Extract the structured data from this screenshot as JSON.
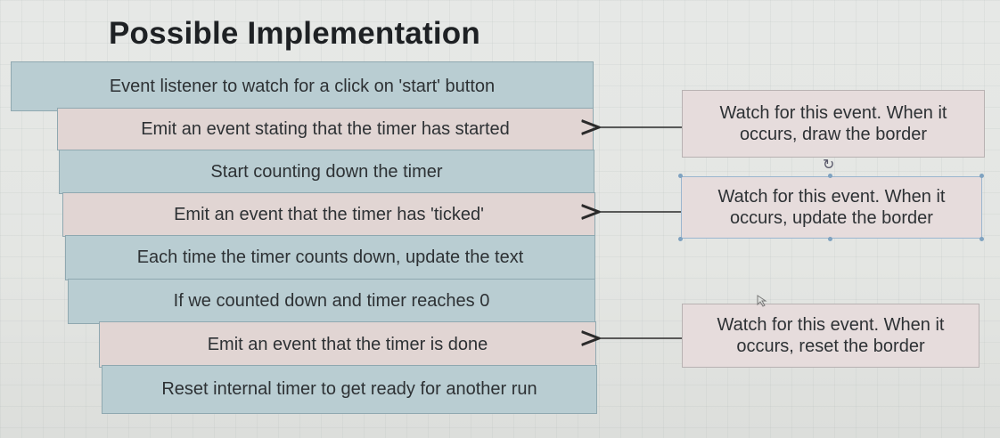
{
  "title": "Possible Implementation",
  "steps": [
    {
      "text": "Event listener to watch for a click on 'start' button",
      "color": "blue"
    },
    {
      "text": "Emit an event stating that the timer has started",
      "color": "pink"
    },
    {
      "text": "Start counting down the timer",
      "color": "blue"
    },
    {
      "text": "Emit an event that the timer has 'ticked'",
      "color": "pink"
    },
    {
      "text": "Each time the timer counts down, update the text",
      "color": "blue"
    },
    {
      "text": "If we counted down and timer reaches 0",
      "color": "blue"
    },
    {
      "text": "Emit an event that the timer is done",
      "color": "pink"
    },
    {
      "text": "Reset internal timer to get ready for another run",
      "color": "blue"
    }
  ],
  "notes": [
    {
      "line1": "Watch for this event.  When it",
      "line2": "occurs, draw the border"
    },
    {
      "line1": "Watch for this event.  When it",
      "line2": "occurs, update the border"
    },
    {
      "line1": "Watch for this event.  When it",
      "line2": "occurs, reset the border"
    }
  ],
  "colors": {
    "blue_box": "#b9cdd2",
    "pink_box": "#e1d5d3",
    "note_box": "#e6dcdc",
    "arrow": "#2a2a2a"
  },
  "icons": [
    "rotate-handle-icon",
    "mouse-cursor-icon"
  ]
}
